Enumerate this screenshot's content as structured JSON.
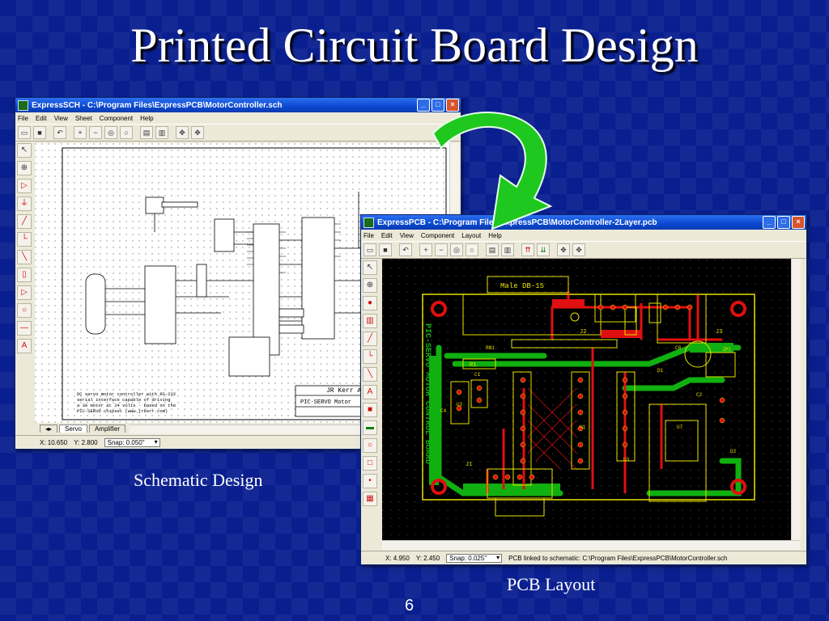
{
  "slide": {
    "title": "Printed Circuit Board Design",
    "captions": {
      "schematic": "Schematic Design",
      "pcb": "PCB Layout"
    },
    "page_number": "6"
  },
  "colors": {
    "background": "#0a1f8f",
    "arrow": "#1ec81e",
    "pcb_board": "#000000",
    "trace_red": "#e01010",
    "trace_green": "#10b010",
    "silk_yellow": "#e8e000"
  },
  "sch_window": {
    "title": "ExpressSCH - C:\\Program Files\\ExpressPCB\\MotorController.sch",
    "menu": [
      "File",
      "Edit",
      "View",
      "Sheet",
      "Component",
      "Help"
    ],
    "tabs": [
      "Servo",
      "Amplifier"
    ],
    "status": {
      "x": "X: 10.650",
      "y": "Y: 2.800",
      "snap": "Snap: 0.050\""
    },
    "title_block": "JR Kerr Auto",
    "title_block_sub": "PIC-SERVO Motor",
    "notes": [
      "DC servo motor controller with RS-232",
      "serial interface capable of driving",
      "a 3A motor at 24 volts - based on the",
      "PIC-SERVO chipset (www.jrkerr.com)"
    ]
  },
  "pcb_window": {
    "title": "ExpressPCB - C:\\Program Files\\ExpressPCB\\MotorController-2Layer.pcb",
    "menu": [
      "File",
      "Edit",
      "View",
      "Component",
      "Layout",
      "Help"
    ],
    "status": {
      "x": "X: 4.950",
      "y": "Y: 2.450",
      "snap": "Snap: 0.025\"",
      "link": "PCB linked to schematic: C:\\Program Files\\ExpressPCB\\MotorController.sch"
    },
    "connector_label": "Male DB-15",
    "board_label": "PIC-SERVO MOTOR CONTROL BOARD",
    "refs": [
      "J1",
      "J2",
      "J3",
      "R1",
      "RN1",
      "C1",
      "C2",
      "C4",
      "C8",
      "U1",
      "U2",
      "U3",
      "U7",
      "D1",
      "D2",
      "JP1"
    ]
  }
}
